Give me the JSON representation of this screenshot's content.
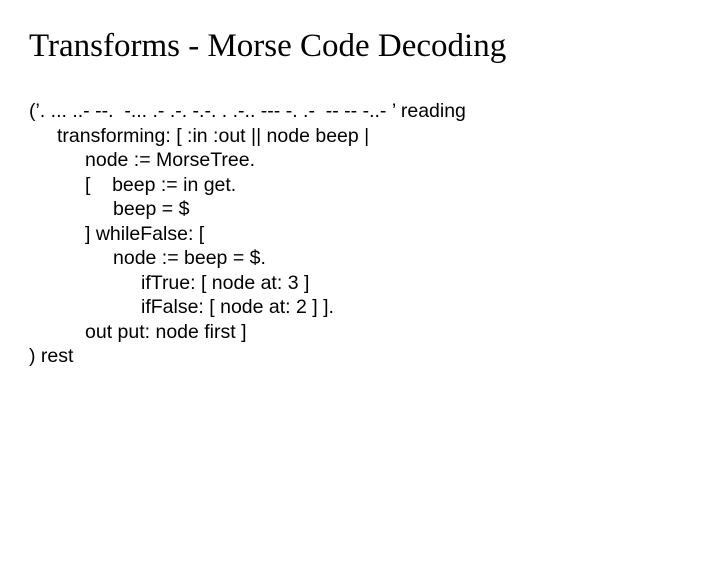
{
  "slide": {
    "title": "Transforms - Morse Code Decoding",
    "code_lines": [
      "(’. ... ..- --.  -... .- .-. -.-. . .-.. --- -. .-  -- -- -..- ’ reading",
      "transforming: [ :in :out || node beep |",
      "node := MorseTree.",
      "[    beep := in get.",
      "beep = $",
      "] whileFalse: [",
      "node := beep = $.",
      "ifTrue: [ node at: 3 ]",
      "ifFalse: [ node at: 2 ] ].",
      "out put: node first ]",
      ") rest"
    ]
  }
}
